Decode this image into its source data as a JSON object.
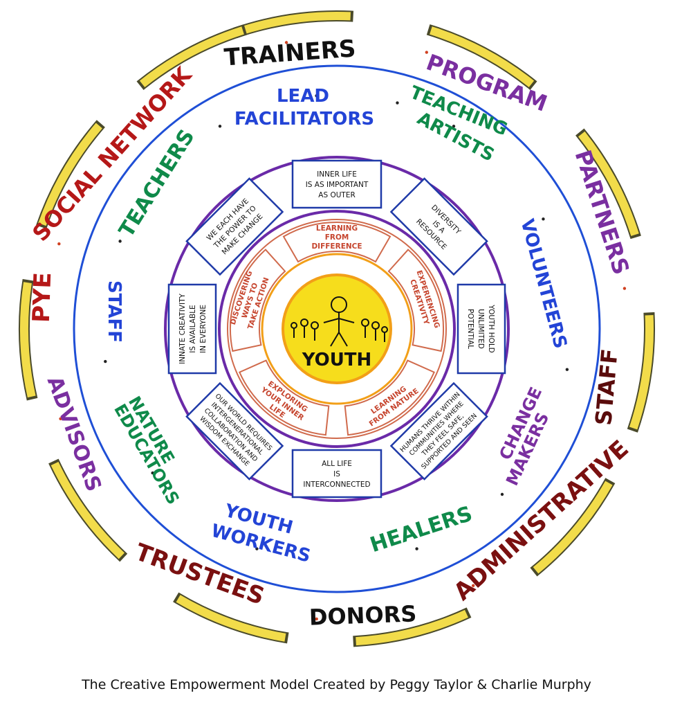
{
  "colors": {
    "outer_ring": "#f2dc4a",
    "blue_ring": "#1f4fd6",
    "purple_ring": "#6a2aa8",
    "red_ring": "#d06a4c",
    "center_fill": "#f6dd1c",
    "center_stroke": "#f29f18",
    "box_stroke": "#1f3aa8",
    "black": "#111111",
    "purple": "#7a2fa0",
    "red": "#b51818",
    "green": "#0f8a4a",
    "blue": "#2344d6",
    "maroon": "#7a1010",
    "darkred": "#5a0c0c",
    "coral": "#c6452e"
  },
  "center": {
    "label": "YOUTH"
  },
  "outer_ring_labels": [
    {
      "text": "TRAINERS",
      "color": "black"
    },
    {
      "text": "PROGRAM",
      "color": "purple"
    },
    {
      "text": "PARTNERS",
      "color": "purple"
    },
    {
      "text": "STAFF",
      "color": "darkred"
    },
    {
      "text": "ADMINISTRATIVE",
      "color": "maroon"
    },
    {
      "text": "DONORS",
      "color": "black"
    },
    {
      "text": "TRUSTEES",
      "color": "maroon"
    },
    {
      "text": "ADVISORS",
      "color": "purple"
    },
    {
      "text": "PYE",
      "color": "red"
    },
    {
      "text": "SOCIAL NETWORK",
      "color": "red"
    }
  ],
  "middle_ring_labels": [
    {
      "text": "LEAD",
      "color": "blue"
    },
    {
      "text": "FACILITATORS",
      "color": "blue"
    },
    {
      "text": "TEACHING",
      "color": "green"
    },
    {
      "text": "ARTISTS",
      "color": "green"
    },
    {
      "text": "VOLUNTEERS",
      "color": "blue"
    },
    {
      "text": "CHANGE",
      "color": "purple"
    },
    {
      "text": "MAKERS",
      "color": "purple"
    },
    {
      "text": "HEALERS",
      "color": "green"
    },
    {
      "text": "YOUTH",
      "color": "blue"
    },
    {
      "text": "WORKERS",
      "color": "blue"
    },
    {
      "text": "NATURE",
      "color": "green"
    },
    {
      "text": "EDUCATORS",
      "color": "green"
    },
    {
      "text": "STAFF",
      "color": "blue"
    },
    {
      "text": "TEACHERS",
      "color": "green"
    }
  ],
  "value_boxes": [
    {
      "lines": [
        "INNER LIFE",
        "IS AS IMPORTANT",
        "AS OUTER"
      ]
    },
    {
      "lines": [
        "DIVERSITY",
        "IS A",
        "RESOURCE"
      ]
    },
    {
      "lines": [
        "YOUTH HOLD",
        "UNLIMITED",
        "POTENTIAL"
      ]
    },
    {
      "lines": [
        "HUMANS THRIVE WITHIN",
        "COMMUNITIES WHERE",
        "THEY FEEL SAFE,",
        "SUPPORTED AND SEEN"
      ]
    },
    {
      "lines": [
        "ALL LIFE",
        "IS",
        "INTERCONNECTED"
      ]
    },
    {
      "lines": [
        "OUR WORLD REQUIRES",
        "INTERGENERATIONAL",
        "COLLABORATION AND",
        "WISDOM EXCHANGE"
      ]
    },
    {
      "lines": [
        "INNATE CREATIVITY",
        "IS AVAILABLE",
        "IN EVERYONE"
      ]
    },
    {
      "lines": [
        "WE EACH HAVE",
        "THE POWER TO",
        "MAKE CHANGE"
      ]
    }
  ],
  "inner_segments": [
    {
      "lines": [
        "LEARNING",
        "FROM",
        "DIFFERENCE"
      ]
    },
    {
      "lines": [
        "EXPERIENCING",
        "CREATIVITY"
      ]
    },
    {
      "lines": [
        "LEARNING",
        "FROM NATURE"
      ]
    },
    {
      "lines": [
        "EXPLORING",
        "YOUR INNER",
        "LIFE"
      ]
    },
    {
      "lines": [
        "DISCOVERING",
        "WAYS TO",
        "TAKE ACTION"
      ]
    }
  ],
  "caption": "The Creative Empowerment Model Created by Peggy Taylor & Charlie Murphy"
}
